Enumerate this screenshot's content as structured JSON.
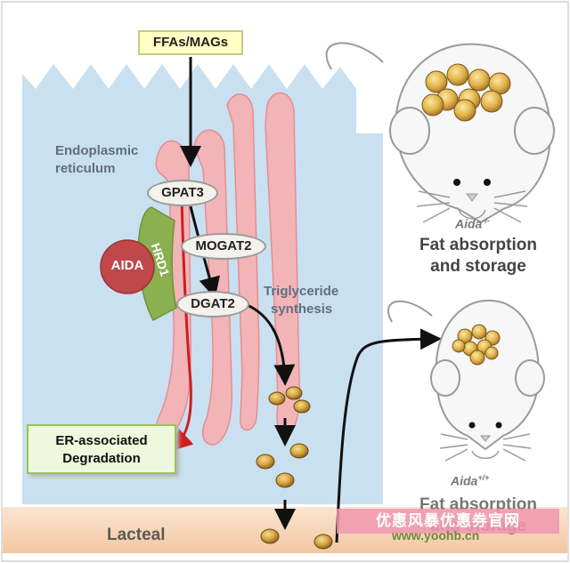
{
  "input_label": "FFAs/MAGs",
  "compartment_label_line1": "Endoplasmic",
  "compartment_label_line2": "reticulum",
  "enzymes": [
    "GPAT3",
    "MOGAT2",
    "DGAT2"
  ],
  "aida_label": "AIDA",
  "hrd1_label": "HRD1",
  "synthesis_line1": "Triglyceride",
  "synthesis_line2": "synthesis",
  "erad_line1": "ER-associated",
  "erad_line2": "Degradation",
  "lacteal_label": "Lacteal",
  "mouse_top": {
    "genotype_base": "Aida",
    "genotype_sup": "-/-",
    "outcome_line1": "Fat absorption",
    "outcome_line2": "and storage"
  },
  "mouse_bottom": {
    "genotype_base": "Aida",
    "genotype_sup": "+/+",
    "outcome_line1": "Fat absorption",
    "outcome_line2": "and storage"
  },
  "watermark_line1": "优惠风暴优惠券官网",
  "watermark_line2": "www.yoohb.cn",
  "colors": {
    "cell": "#c9e0f0",
    "lacteal": "#f6d3b4",
    "er": "#f3b4b8",
    "aida": "#c0474a",
    "hrd1": "#8ab050",
    "droplet": "#c69a3c",
    "arrow": "#111111",
    "degradation_arrow": "#cc1f1f"
  }
}
